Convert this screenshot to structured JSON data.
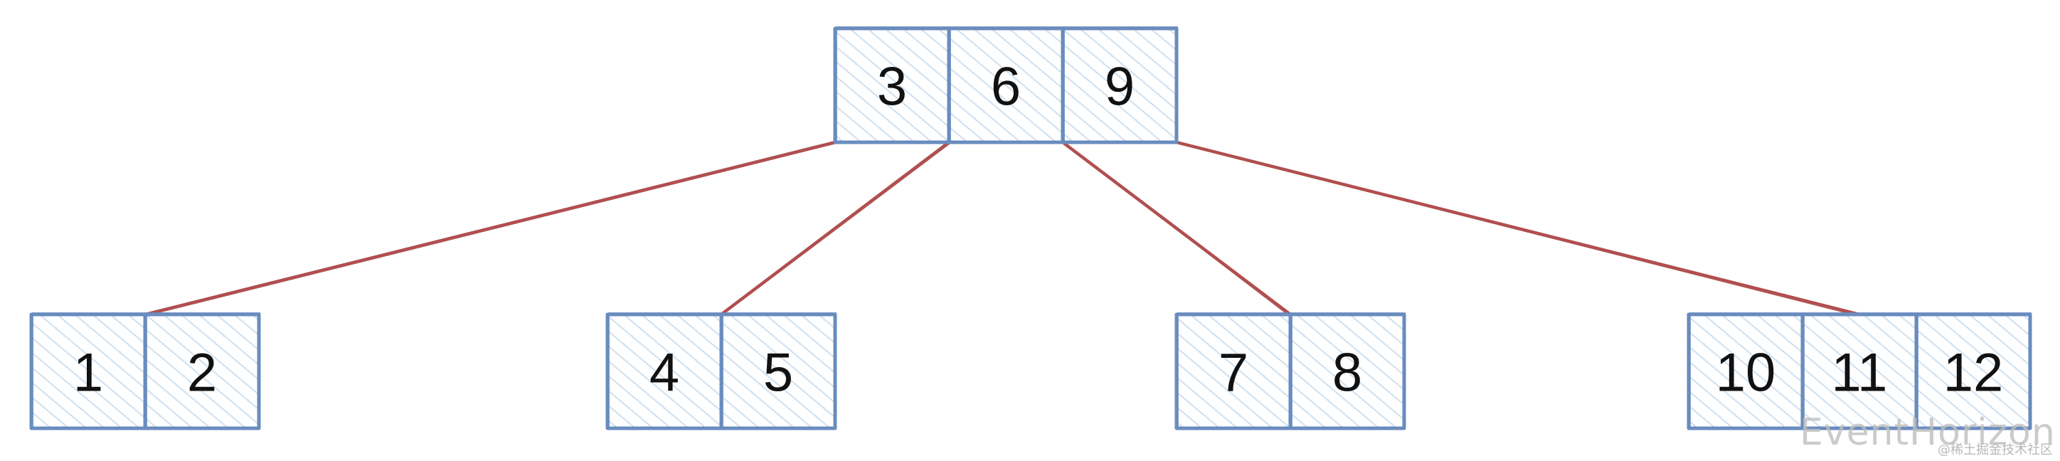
{
  "tree": {
    "root": {
      "keys": [
        "3",
        "6",
        "9"
      ]
    },
    "children": [
      {
        "keys": [
          "1",
          "2"
        ]
      },
      {
        "keys": [
          "4",
          "5"
        ]
      },
      {
        "keys": [
          "7",
          "8"
        ]
      },
      {
        "keys": [
          "10",
          "11",
          "12"
        ]
      }
    ]
  },
  "colors": {
    "node_border": "#6a8cbf",
    "node_hatch": "#cfe0ef",
    "edge": "#b04f4f",
    "text": "#111111"
  },
  "watermark": {
    "main": "EventHorizon",
    "sub": "@稀土掘金技术社区"
  }
}
